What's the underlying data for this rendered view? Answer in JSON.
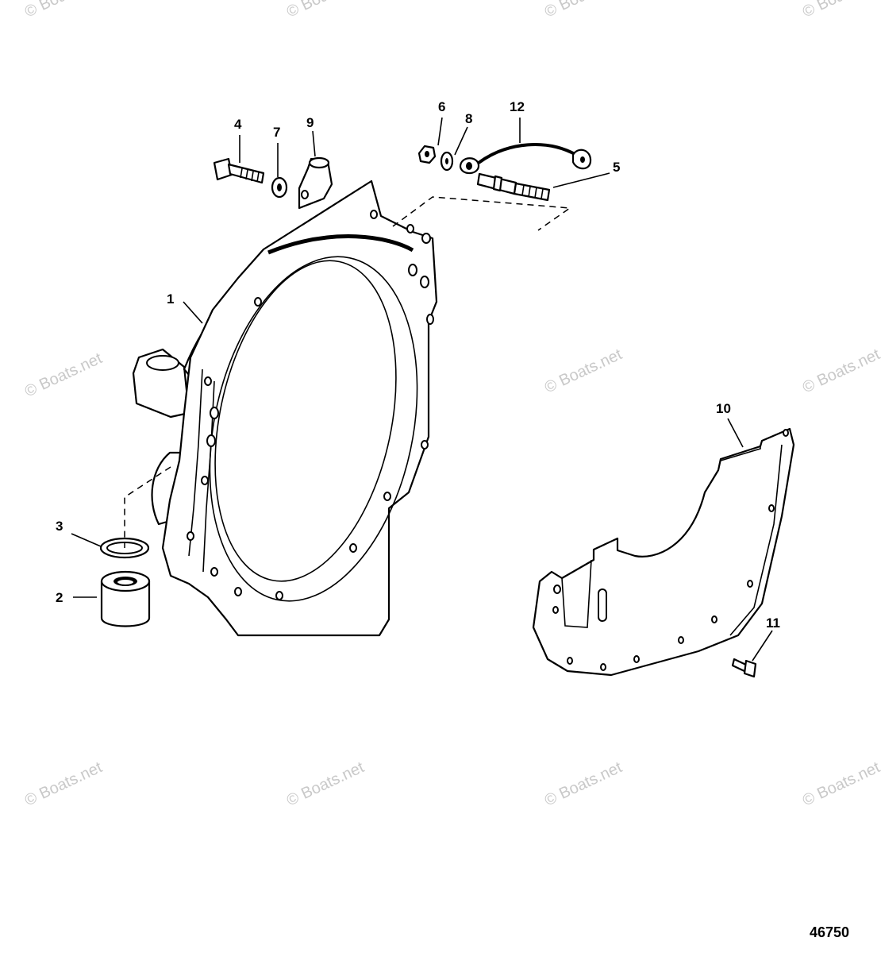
{
  "watermark": "© Boats.net",
  "figure_number": "46750",
  "callouts": {
    "c1": "1",
    "c2": "2",
    "c3": "3",
    "c4": "4",
    "c5": "5",
    "c6": "6",
    "c7": "7",
    "c8": "8",
    "c9": "9",
    "c10": "10",
    "c11": "11",
    "c12": "12"
  }
}
